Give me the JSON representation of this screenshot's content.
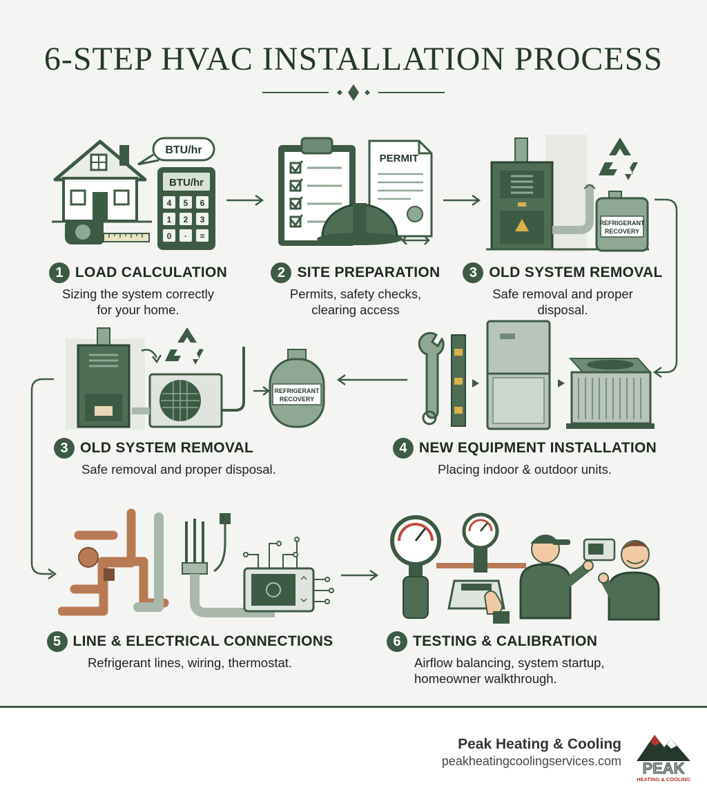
{
  "title": "6-STEP HVAC INSTALLATION PROCESS",
  "steps": [
    {
      "number": "1",
      "title": "LOAD CALCULATION",
      "desc": "Sizing the system correctly\nfor your home."
    },
    {
      "number": "2",
      "title": "SITE PREPARATION",
      "desc": "Permits, safety checks,\nclearing access"
    },
    {
      "number": "3",
      "title": "OLD SYSTEM REMOVAL",
      "desc": "Safe removal and proper\ndisposal."
    },
    {
      "number": "3",
      "title": "OLD SYSTEM REMOVAL",
      "desc": "Safe removal and proper disposal."
    },
    {
      "number": "4",
      "title": "NEW EQUIPMENT INSTALLATION",
      "desc": "Placing indoor & outdoor units."
    },
    {
      "number": "5",
      "title": "LINE & ELECTRICAL CONNECTIONS",
      "desc": "Refrigerant lines, wiring, thermostat."
    },
    {
      "number": "6",
      "title": "TESTING & CALIBRATION",
      "desc": "Airflow balancing, system startup,\nhomeowner walkthrough."
    }
  ],
  "labels": {
    "btu_bubble": "BTU/hr",
    "btu_display": "BTU/hr",
    "calc_keys": [
      "4",
      "5",
      "6",
      "1",
      "2",
      "3",
      "0",
      "·",
      "="
    ],
    "permit": "PERMIT",
    "refrigerant_1": "REFRIGERANT",
    "recovery_1": "RECOVERY",
    "refrigerant_2": "REFRIGERANT",
    "recovery_2": "RECOVERY"
  },
  "footer": {
    "company": "Peak Heating & Cooling",
    "url": "peakheatingcoolingservices.com",
    "logo_text": "PEAK",
    "logo_sub": "HEATING & COOLING"
  },
  "colors": {
    "primary": "#3d5a44",
    "dark": "#24382b",
    "light_green": "#8fa894",
    "copper": "#b87a55",
    "background": "#f4f5f2",
    "logo_red": "#b8332b"
  },
  "icons": [
    "house-icon",
    "calculator-icon",
    "tape-measure-icon",
    "clipboard-icon",
    "permit-icon",
    "hard-hat-icon",
    "furnace-icon",
    "recycle-icon",
    "refrigerant-tank-icon",
    "condenser-icon",
    "wrench-icon",
    "level-icon",
    "air-handler-icon",
    "pipes-icon",
    "wires-icon",
    "thermostat-icon",
    "gauge-icon",
    "technician-icon",
    "homeowner-icon"
  ]
}
